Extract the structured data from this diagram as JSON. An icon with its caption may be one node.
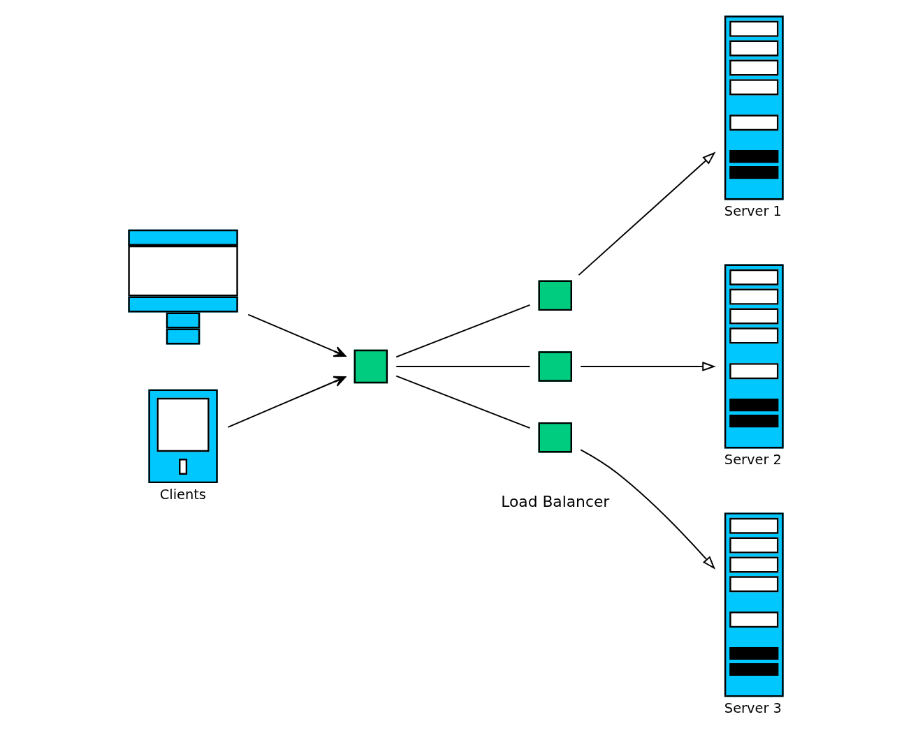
{
  "diagram": {
    "nodes": [
      {
        "text": [],
        "shape": "picture"
      },
      {
        "text": [],
        "shape": "picture",
        "beside": [
          "Clients"
        ]
      },
      {
        "text": [],
        "shape": "box"
      },
      {
        "text": [],
        "shape": "box"
      },
      {
        "text": [],
        "shape": "box"
      },
      {
        "text": [],
        "shape": "box"
      },
      {
        "text": [],
        "shape": "picture",
        "beside": [
          "Server 1"
        ]
      },
      {
        "text": [],
        "shape": "picture",
        "beside": [
          "Server 2"
        ]
      },
      {
        "text": [],
        "shape": "picture",
        "beside": [
          "Server 3"
        ]
      }
    ],
    "edges": [
      {
        "from": 0,
        "to": 2,
        "arrow": "to"
      },
      {
        "from": 1,
        "to": 2,
        "arrow": "to"
      },
      {
        "from": 2,
        "to": 3,
        "arrow": "none"
      },
      {
        "from": 2,
        "to": 4,
        "arrow": "none"
      },
      {
        "from": 2,
        "to": 5,
        "arrow": "none"
      },
      {
        "from": 3,
        "to": 6,
        "arrow": "to"
      },
      {
        "from": 4,
        "to": 7,
        "arrow": "to"
      },
      {
        "from": 5,
        "to": 8,
        "arrow": "to"
      }
    ],
    "labels": [
      "Load Balancer"
    ]
  }
}
